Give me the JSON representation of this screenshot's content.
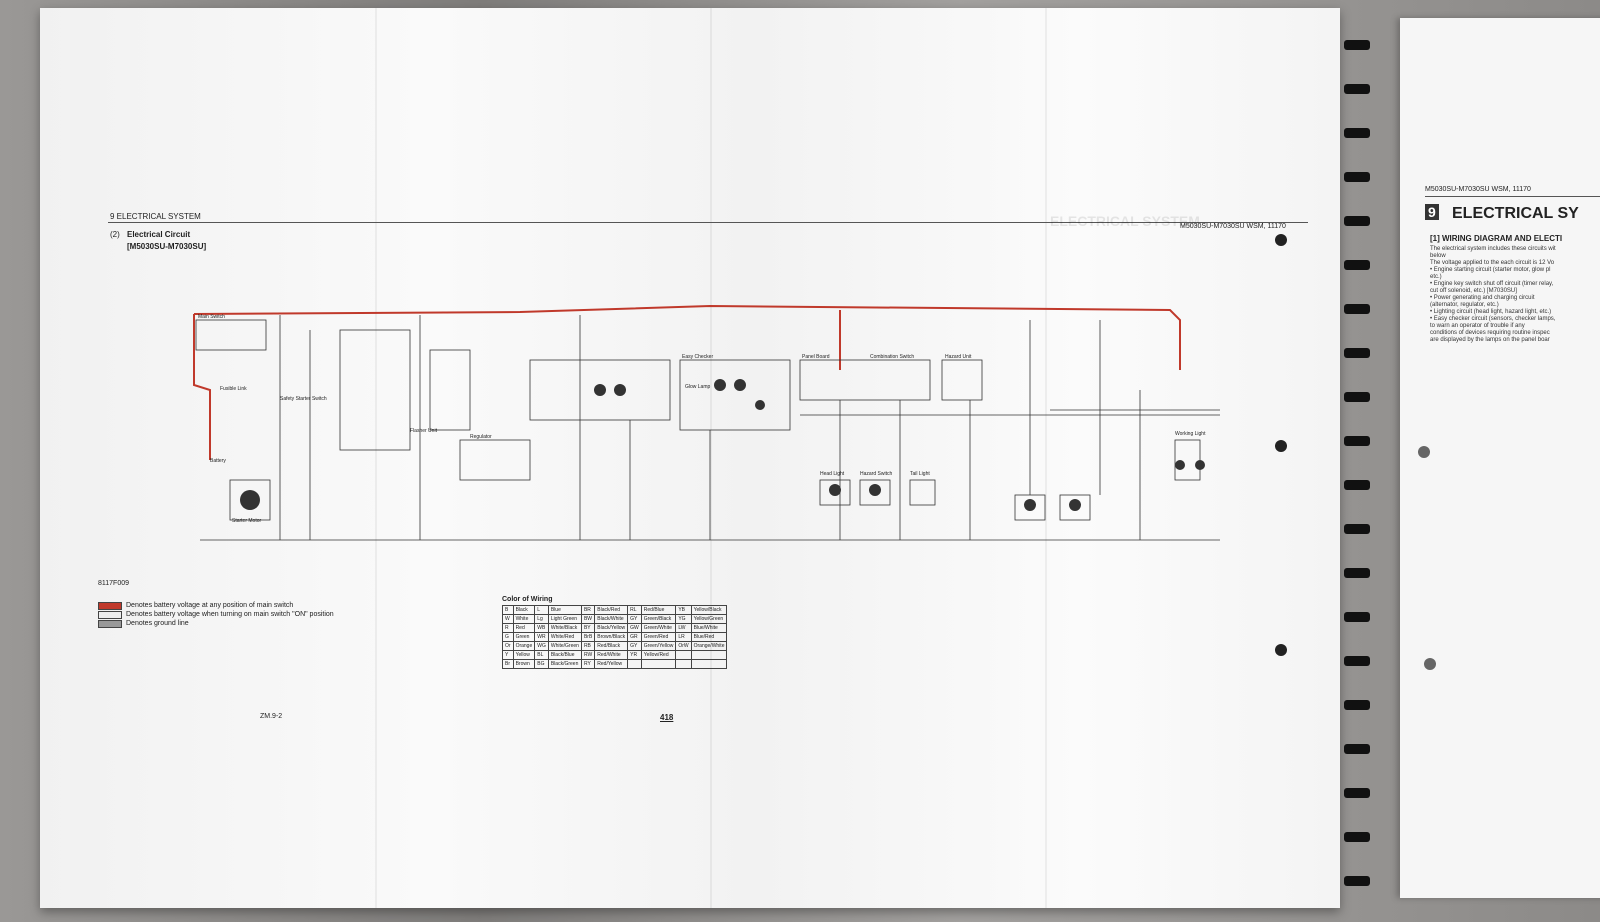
{
  "left_page": {
    "section_header": "9 ELECTRICAL SYSTEM",
    "subtitle_number": "(2)",
    "subtitle": "Electrical Circuit",
    "model_bracket": "[M5030SU-M7030SU]",
    "figure_code": "8117F009",
    "page_label": "ZM.9-2",
    "page_number": "418"
  },
  "right_header": "M5030SU-M7030SU  WSM, 11170",
  "diagram_labels": [
    "Main Switch",
    "Easy Checker",
    "Panel Board",
    "Combination Switch",
    "Hazard Unit",
    "Regulator",
    "Battery",
    "Starter Motor",
    "Working Light",
    "Head Light",
    "Hazard Switch",
    "Glow Lamp",
    "Safety Starter Switch",
    "Fusible Link",
    "Flasher Unit",
    "Tail Light"
  ],
  "legend": [
    {
      "color": "#c0392b",
      "text": "Denotes battery voltage at any position of main switch"
    },
    {
      "color": "#eeeeee",
      "text": "Denotes battery voltage when turning on main switch \"ON\" position"
    },
    {
      "color": "#999999",
      "text": "Denotes ground line"
    }
  ],
  "color_wiring": {
    "title": "Color of Wiring",
    "rows": [
      [
        "B",
        "Black",
        "L",
        "Blue",
        "BR",
        "Black/Red",
        "RL",
        "Red/Blue",
        "YB",
        "Yellow/Black"
      ],
      [
        "W",
        "White",
        "Lg",
        "Light Green",
        "BW",
        "Black/White",
        "GY",
        "Green/Black",
        "YG",
        "Yellow/Green"
      ],
      [
        "R",
        "Red",
        "WB",
        "White/Black",
        "BY",
        "Black/Yellow",
        "GW",
        "Green/White",
        "LW",
        "Blue/White"
      ],
      [
        "G",
        "Green",
        "WR",
        "White/Red",
        "BrB",
        "Brown/Black",
        "GR",
        "Green/Red",
        "LR",
        "Blue/Red"
      ],
      [
        "Or",
        "Orange",
        "WG",
        "White/Green",
        "RB",
        "Red/Black",
        "GY",
        "Green/Yellow",
        "OrW",
        "Orange/White"
      ],
      [
        "Y",
        "Yellow",
        "BL",
        "Black/Blue",
        "RW",
        "Red/White",
        "YR",
        "Yellow/Red",
        "",
        ""
      ],
      [
        "Br",
        "Brown",
        "BG",
        "Black/Green",
        "RY",
        "Red/Yellow",
        "",
        "",
        "",
        ""
      ]
    ]
  },
  "right_page": {
    "header": "M5030SU-M7030SU  WSM, 11170",
    "section_badge": "9",
    "section_title": "ELECTRICAL SY",
    "subsection": "[1] WIRING DIAGRAM AND ELECTI",
    "body": [
      "The electrical system includes these circuits wit",
      "below",
      "The voltage applied to the each circuit is 12 Vo",
      "• Engine starting circuit (starter motor, glow pl",
      "  etc.)",
      "• Engine key switch shut off circuit (timer relay,",
      "  cut off solenoid, etc.) [M7030SU]",
      "• Power generating and charging circuit",
      "  (alternator, regulator, etc.)",
      "• Lighting circuit (head light, hazard light, etc.)",
      "• Easy checker circuit (sensors, checker lamps,",
      "  to warn an operator of trouble if any",
      "  conditions of devices requiring routine inspec",
      "  are displayed by the lamps on the panel boar"
    ]
  },
  "ghost_text": "ELECTRICAL SYSTEM"
}
